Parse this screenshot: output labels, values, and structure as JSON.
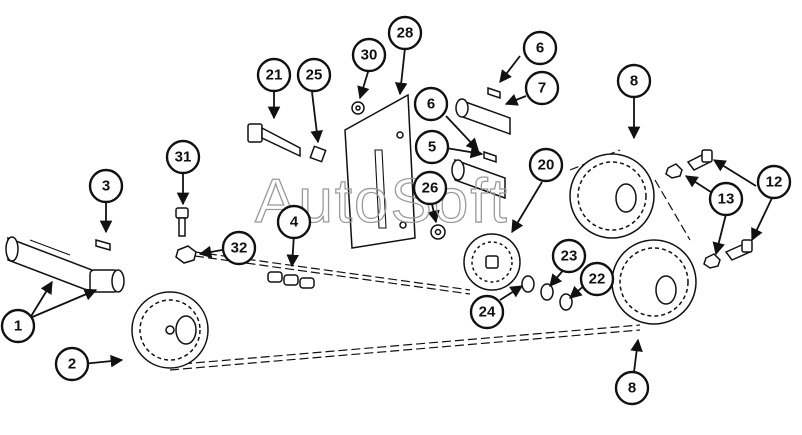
{
  "watermark": "AutoSoft",
  "callouts": [
    {
      "id": "c1",
      "label": "1"
    },
    {
      "id": "c2",
      "label": "2"
    },
    {
      "id": "c3",
      "label": "3"
    },
    {
      "id": "c4",
      "label": "4"
    },
    {
      "id": "c5",
      "label": "5"
    },
    {
      "id": "c6a",
      "label": "6"
    },
    {
      "id": "c6b",
      "label": "6"
    },
    {
      "id": "c7",
      "label": "7"
    },
    {
      "id": "c8a",
      "label": "8"
    },
    {
      "id": "c8b",
      "label": "8"
    },
    {
      "id": "c12",
      "label": "12"
    },
    {
      "id": "c13",
      "label": "13"
    },
    {
      "id": "c20",
      "label": "20"
    },
    {
      "id": "c21",
      "label": "21"
    },
    {
      "id": "c22",
      "label": "22"
    },
    {
      "id": "c23",
      "label": "23"
    },
    {
      "id": "c24",
      "label": "24"
    },
    {
      "id": "c25",
      "label": "25"
    },
    {
      "id": "c26",
      "label": "26"
    },
    {
      "id": "c28",
      "label": "28"
    },
    {
      "id": "c30",
      "label": "30"
    },
    {
      "id": "c31",
      "label": "31"
    },
    {
      "id": "c32",
      "label": "32"
    }
  ]
}
